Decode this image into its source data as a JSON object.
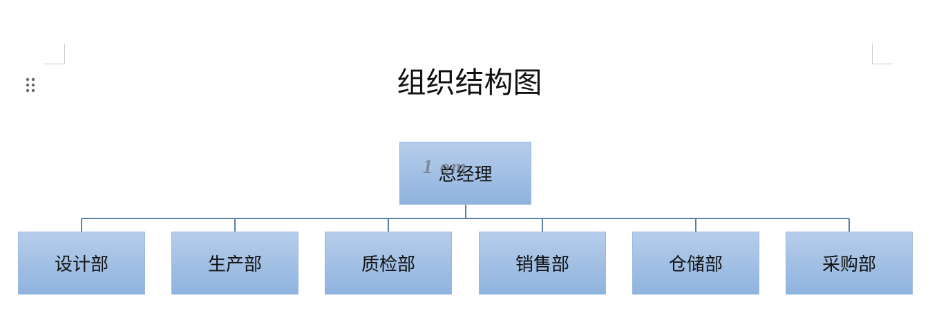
{
  "document": {
    "title": "组织结构图",
    "watermark": "1  om"
  },
  "icons": {
    "drag_handle": "drag-handle-icon"
  },
  "colors": {
    "box_fill_top": "#b6cdea",
    "box_fill_bottom": "#8fb3df",
    "connector": "#5b7fa6"
  },
  "org_chart": {
    "root": {
      "label": "总经理"
    },
    "departments": [
      {
        "label": "设计部"
      },
      {
        "label": "生产部"
      },
      {
        "label": "质检部"
      },
      {
        "label": "销售部"
      },
      {
        "label": "仓储部"
      },
      {
        "label": "采购部"
      }
    ]
  }
}
